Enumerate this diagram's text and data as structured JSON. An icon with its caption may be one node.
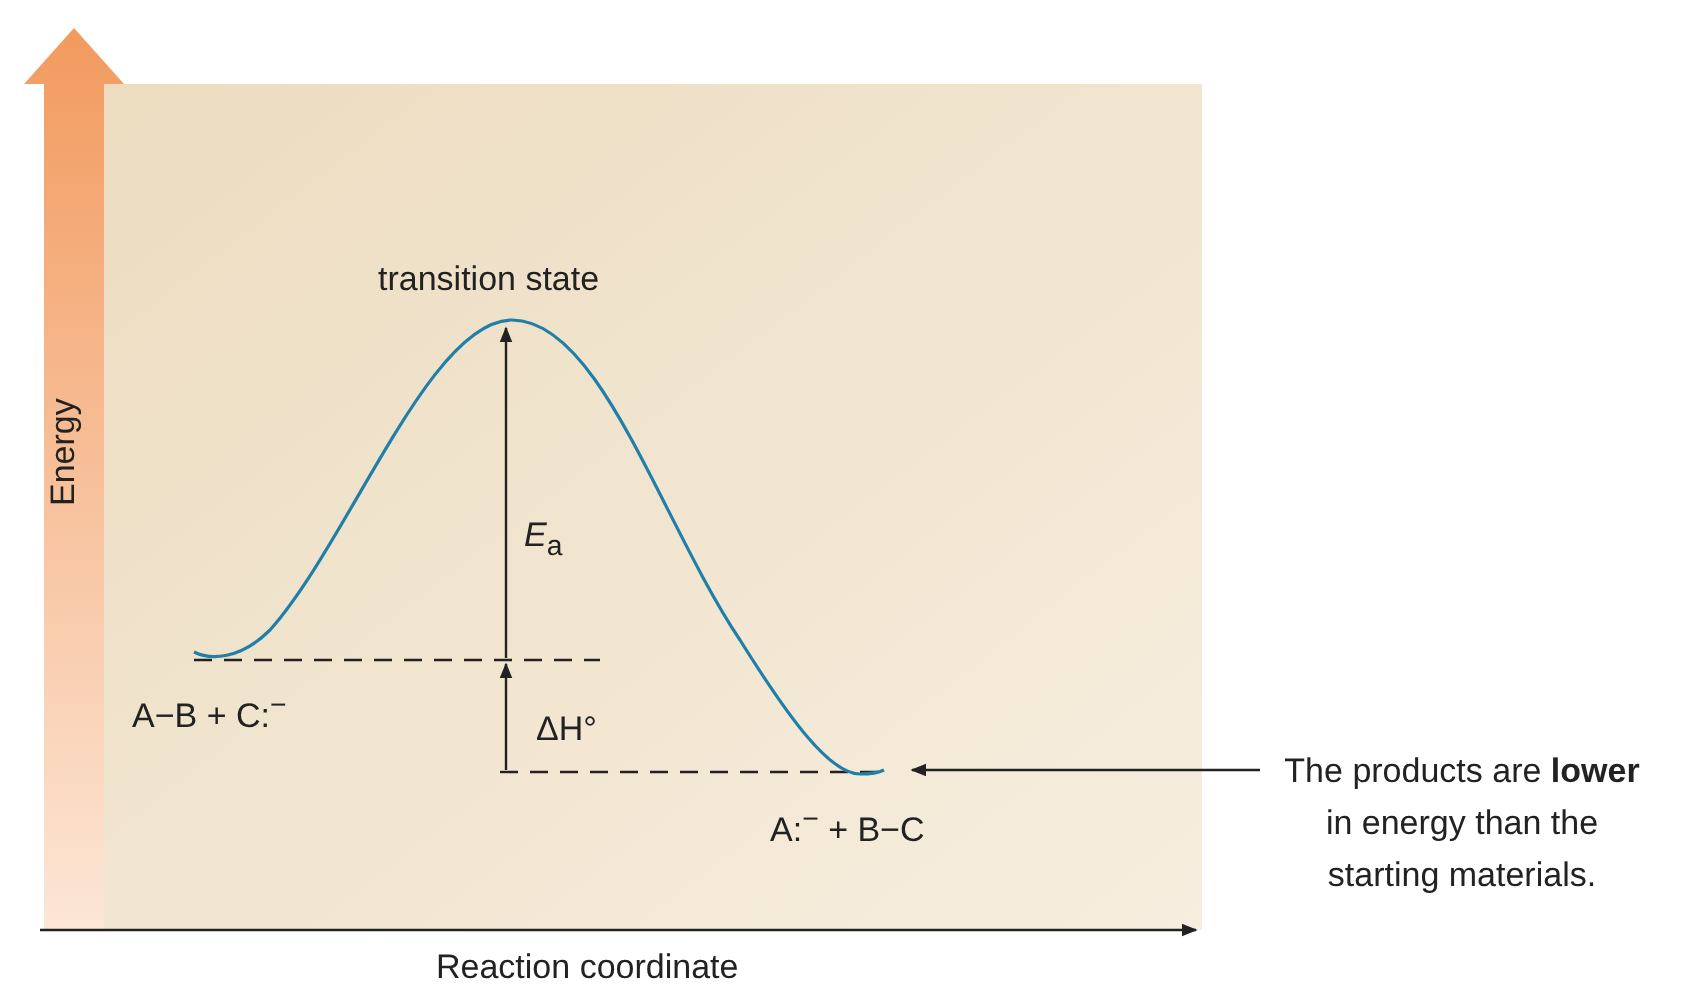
{
  "diagram": {
    "nodes": [
      {
        "text": [
          "The products are **lower** in energy than the starting materials."
        ]
      },
      {
        "text": [],
        "shape": "curve"
      }
    ],
    "edges": [
      {
        "from": 0,
        "to": 1,
        "arrow": "to"
      }
    ],
    "labels": [
      "Energy",
      "transition state",
      "*E*$_{a}$",
      "A−B + C:$^{−}$",
      "ΔH°",
      "A:$^{−}$ + B−C",
      "Reaction coordinate"
    ]
  }
}
